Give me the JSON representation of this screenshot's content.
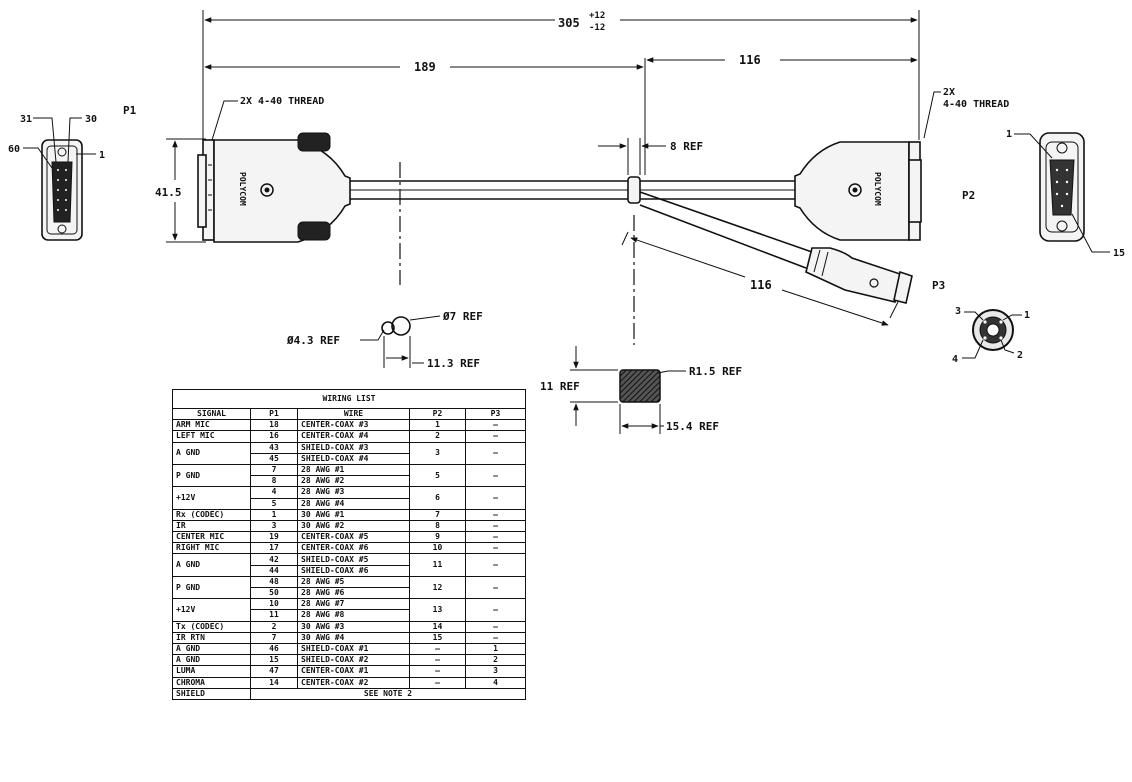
{
  "dimensions": {
    "overall": "305",
    "overall_tol_plus": "+12",
    "overall_tol_minus": "-12",
    "left_segment": "189",
    "right_segment": "116",
    "p1_height": "41.5",
    "split_ref": "8 REF",
    "branch_length": "116",
    "ferrite_dia_small": "Ø4.3 REF",
    "ferrite_dia_large": "Ø7 REF",
    "ferrite_spacing": "11.3 REF",
    "block_height": "11 REF",
    "block_radius": "R1.5 REF",
    "block_width": "15.4 REF"
  },
  "callouts": {
    "p1_thread": "2X 4-40 THREAD",
    "p2_thread_count": "2X",
    "p2_thread": "4-40 THREAD",
    "brand": "POLYCOM"
  },
  "connectors": {
    "p1": {
      "label": "P1",
      "pins": [
        "31",
        "30",
        "60",
        "1"
      ]
    },
    "p2": {
      "label": "P2",
      "pins": [
        "1",
        "15"
      ]
    },
    "p3": {
      "label": "P3",
      "pins": [
        "3",
        "1",
        "4",
        "2"
      ]
    }
  },
  "wiring_list": {
    "caption": "WIRING LIST",
    "headers": [
      "SIGNAL",
      "P1",
      "WIRE",
      "P2",
      "P3"
    ],
    "rows": [
      {
        "signal": "ARM MIC",
        "p1": "18",
        "wire": "CENTER-COAX #3",
        "p2": "1",
        "p3": "—"
      },
      {
        "signal": "LEFT MIC",
        "p1": "16",
        "wire": "CENTER-COAX #4",
        "p2": "2",
        "p3": "—"
      },
      {
        "signal": "A GND",
        "p1": "43",
        "wire": "SHIELD-COAX #3",
        "p2": "3",
        "p3": "—"
      },
      {
        "signal": "",
        "p1": "45",
        "wire": "SHIELD-COAX #4",
        "p2": "",
        "p3": ""
      },
      {
        "signal": "P GND",
        "p1": "7",
        "wire": "28 AWG #1",
        "p2": "5",
        "p3": "—"
      },
      {
        "signal": "",
        "p1": "8",
        "wire": "28 AWG #2",
        "p2": "",
        "p3": ""
      },
      {
        "signal": "+12V",
        "p1": "4",
        "wire": "28 AWG #3",
        "p2": "6",
        "p3": "—"
      },
      {
        "signal": "",
        "p1": "5",
        "wire": "28 AWG #4",
        "p2": "",
        "p3": ""
      },
      {
        "signal": "Rx (CODEC)",
        "p1": "1",
        "wire": "30 AWG #1",
        "p2": "7",
        "p3": "—"
      },
      {
        "signal": "IR",
        "p1": "3",
        "wire": "30 AWG #2",
        "p2": "8",
        "p3": "—"
      },
      {
        "signal": "CENTER MIC",
        "p1": "19",
        "wire": "CENTER-COAX #5",
        "p2": "9",
        "p3": "—"
      },
      {
        "signal": "RIGHT MIC",
        "p1": "17",
        "wire": "CENTER-COAX #6",
        "p2": "10",
        "p3": "—"
      },
      {
        "signal": "A GND",
        "p1": "42",
        "wire": "SHIELD-COAX #5",
        "p2": "11",
        "p3": "—"
      },
      {
        "signal": "",
        "p1": "44",
        "wire": "SHIELD-COAX #6",
        "p2": "",
        "p3": ""
      },
      {
        "signal": "P GND",
        "p1": "48",
        "wire": "28 AWG #5",
        "p2": "12",
        "p3": "—"
      },
      {
        "signal": "",
        "p1": "50",
        "wire": "28 AWG #6",
        "p2": "",
        "p3": ""
      },
      {
        "signal": "+12V",
        "p1": "10",
        "wire": "28 AWG #7",
        "p2": "13",
        "p3": "—"
      },
      {
        "signal": "",
        "p1": "11",
        "wire": "28 AWG #8",
        "p2": "",
        "p3": ""
      },
      {
        "signal": "Tx (CODEC)",
        "p1": "2",
        "wire": "30 AWG #3",
        "p2": "14",
        "p3": "—"
      },
      {
        "signal": "IR RTN",
        "p1": "7",
        "wire": "30 AWG #4",
        "p2": "15",
        "p3": "—"
      },
      {
        "signal": "A GND",
        "p1": "46",
        "wire": "SHIELD-COAX #1",
        "p2": "—",
        "p3": "1"
      },
      {
        "signal": "A GND",
        "p1": "15",
        "wire": "SHIELD-COAX #2",
        "p2": "—",
        "p3": "2"
      },
      {
        "signal": "LUMA",
        "p1": "47",
        "wire": "CENTER-COAX #1",
        "p2": "—",
        "p3": "3"
      },
      {
        "signal": "CHROMA",
        "p1": "14",
        "wire": "CENTER-COAX #2",
        "p2": "—",
        "p3": "4"
      }
    ],
    "footer": {
      "signal": "SHIELD",
      "note": "SEE NOTE 2"
    }
  }
}
